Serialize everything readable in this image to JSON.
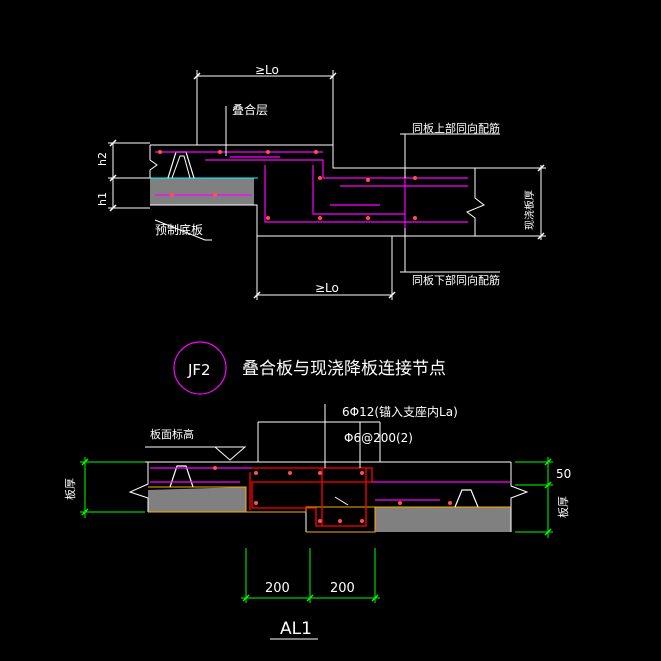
{
  "top_detail": {
    "dim_top": "≥Lo",
    "dim_bottom": "≥Lo",
    "label_overlay": "叠合层",
    "label_h2": "h2",
    "label_h1": "h1",
    "label_precast_base": "预制底板",
    "label_top_rebar": "同板上部同向配筋",
    "label_bottom_rebar": "同板下部同向配筋",
    "label_cast_slab": "现浇板厚"
  },
  "caption": {
    "code": "JF2",
    "title": "叠合板与现浇降板连接节点"
  },
  "bottom_detail": {
    "label_slab_top": "板面标高",
    "rebar_note_1": "6Φ12(锚入支座内La)",
    "rebar_note_2": "Φ6@200(2)",
    "dim_50": "50",
    "label_left_thickness": "板厚",
    "label_right_thickness": "板厚",
    "dim_200_left": "200",
    "dim_200_right": "200",
    "beam_tag": "AL1"
  },
  "colors": {
    "background": "#000000",
    "outline": "#ffffff",
    "rebar": "#ff00ff",
    "dimension": "#00ff00",
    "precast_fill": "#808080",
    "stirrup": "#ff0000",
    "interface": "#ffaa00",
    "accent": "#00ffff",
    "bar_dot": "#ff5050"
  }
}
